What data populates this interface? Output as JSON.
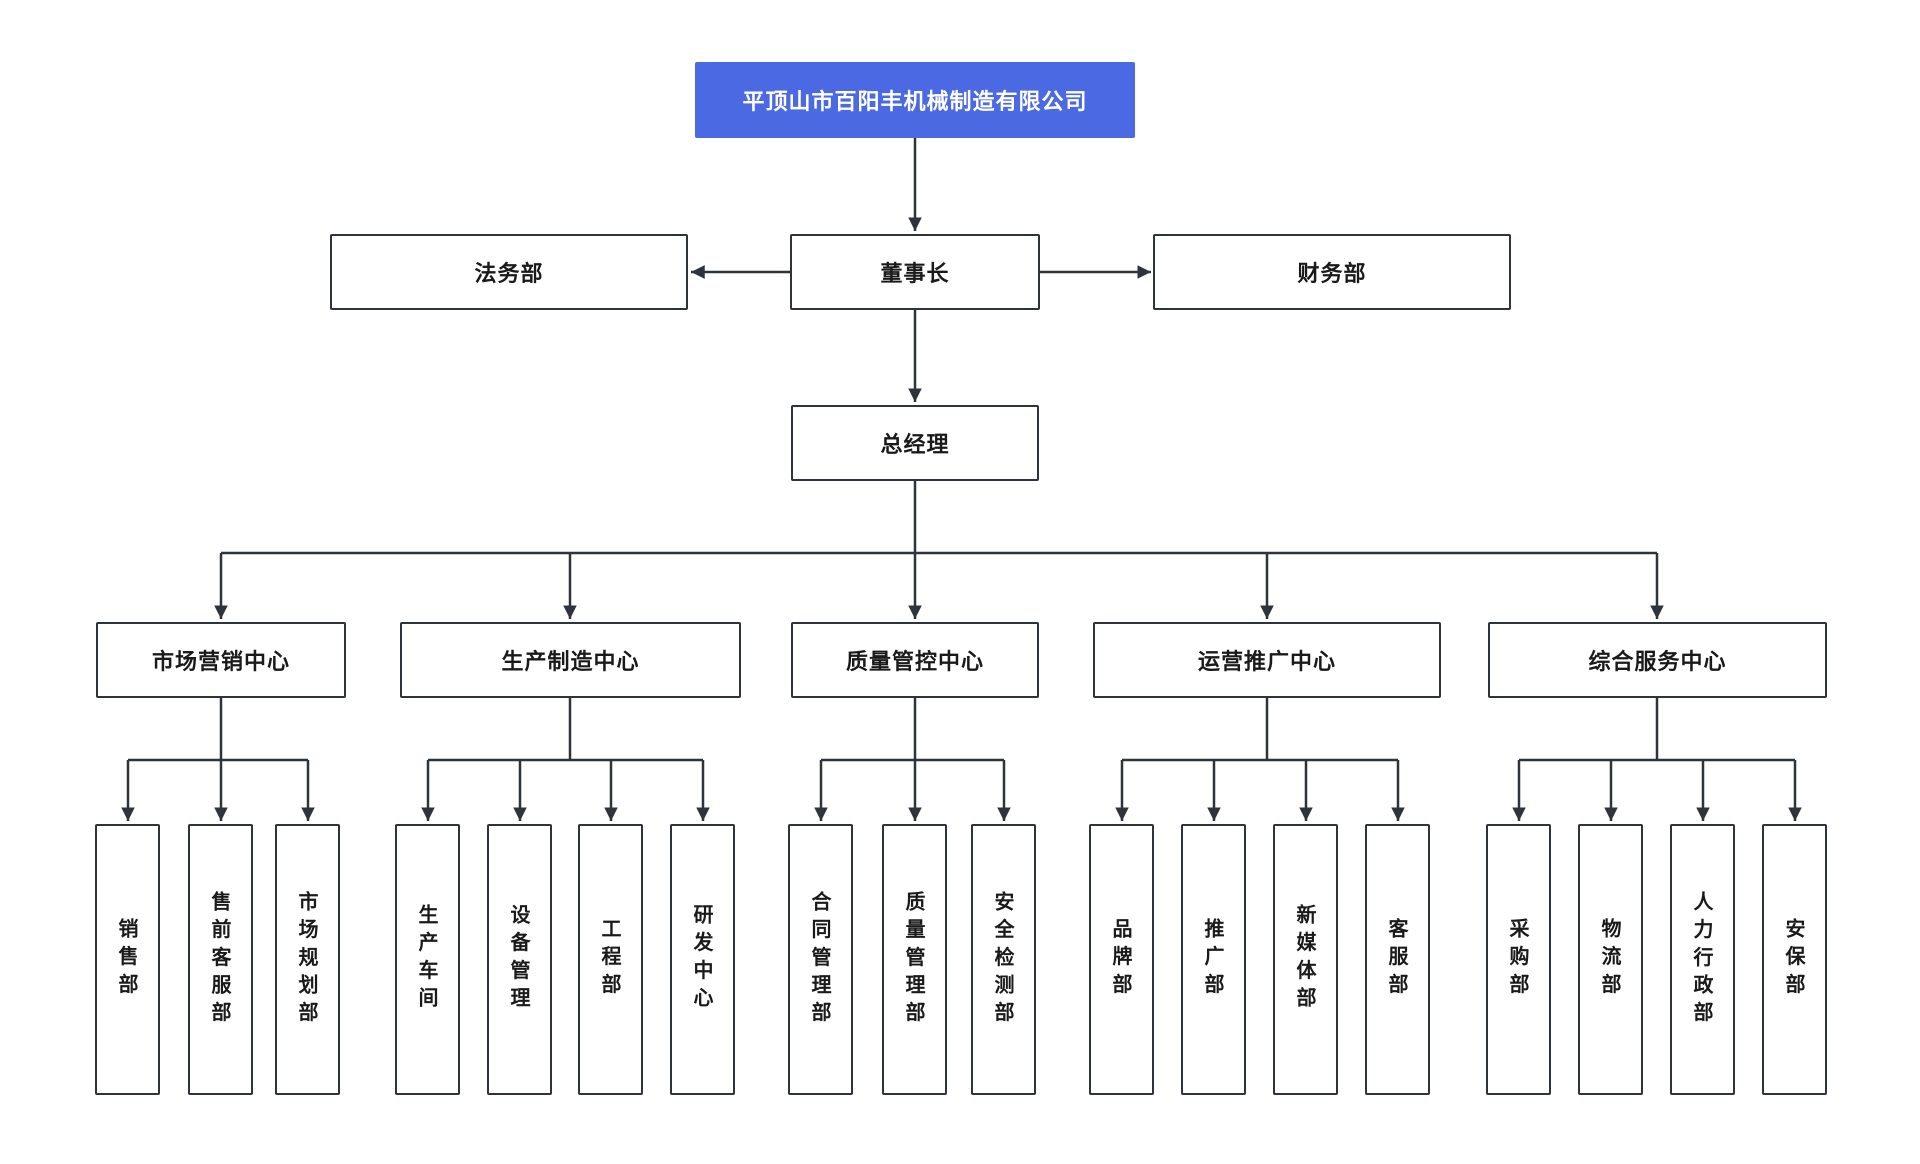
{
  "org": {
    "root": "平顶山市百阳丰机械制造有限公司",
    "chairman": "董事长",
    "legal": "法务部",
    "finance": "财务部",
    "general_manager": "总经理",
    "centers": [
      {
        "label": "市场营销中心",
        "children": [
          "销售部",
          "售前客服部",
          "市场规划部"
        ]
      },
      {
        "label": "生产制造中心",
        "children": [
          "生产车间",
          "设备管理",
          "工程部",
          "研发中心"
        ]
      },
      {
        "label": "质量管控中心",
        "children": [
          "合同管理部",
          "质量管理部",
          "安全检测部"
        ]
      },
      {
        "label": "运营推广中心",
        "children": [
          "品牌部",
          "推广部",
          "新媒体部",
          "客服部"
        ]
      },
      {
        "label": "综合服务中心",
        "children": [
          "采购部",
          "物流部",
          "人力行政部",
          "安保部"
        ]
      }
    ],
    "colors": {
      "accent_blue": "#4a69e2",
      "root_text": "#ffffff",
      "box_border": "#2e333c",
      "box_bg": "#ffffff",
      "line": "#2e333c",
      "text": "#1a1a1a",
      "page_bg": "#ffffff"
    }
  }
}
